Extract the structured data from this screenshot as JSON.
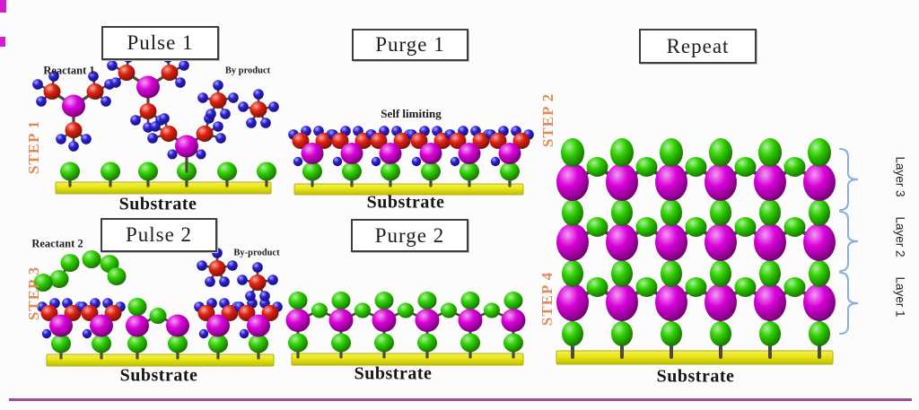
{
  "panels": {
    "step1": {
      "step_label": "STEP 1",
      "box_label": "Pulse 1",
      "reactant_label": "Reactant 1",
      "byproduct_label": "By product",
      "substrate_label": "Substrate"
    },
    "step2": {
      "step_label": "STEP 2",
      "box_label": "Purge 1",
      "self_limiting_label": "Self limiting",
      "substrate_label": "Substrate"
    },
    "step3": {
      "step_label": "STEP 3",
      "box_label": "Pulse 2",
      "reactant_label": "Reactant 2",
      "byproduct_label": "By-product",
      "substrate_label": "Substrate"
    },
    "step4": {
      "step_label": "STEP 4",
      "box_label": "Purge 2",
      "substrate_label": "Substrate"
    },
    "repeat": {
      "box_label": "Repeat",
      "substrate_label": "Substrate",
      "layer_labels": [
        "Layer 3",
        "Layer 2",
        "Layer 1"
      ]
    }
  },
  "colors": {
    "atom_green": "#2ed000",
    "atom_magenta": "#da00da",
    "atom_red": "#e02010",
    "atom_blue": "#2b1fd6",
    "substrate_yellow": "#ebe813",
    "substrate_edge": "#b5b007",
    "stick": "#4a4a40",
    "step_label_orange": "#e08a58",
    "brace_blue": "#8aaed6",
    "bottom_line_purple": "#a04aa0",
    "edge_artifact_magenta": "#d21bd2",
    "box_border": "#3f3f3f",
    "text_dark": "#1c1c1c"
  }
}
